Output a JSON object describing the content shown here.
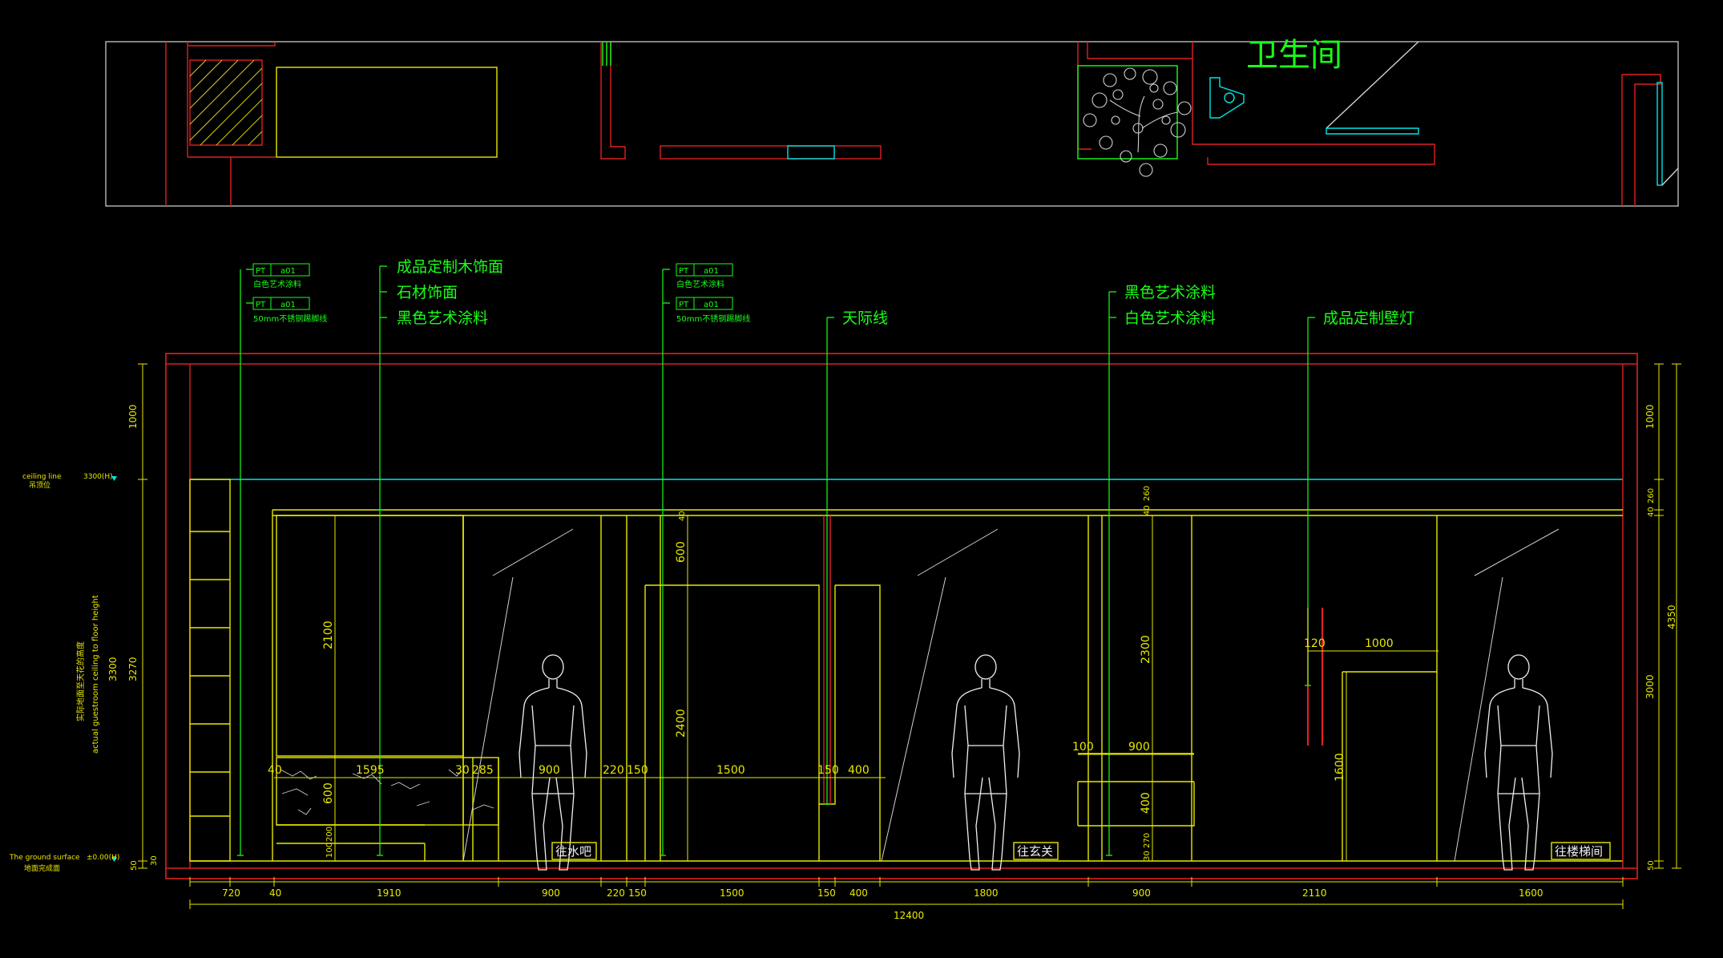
{
  "plan": {
    "room_label": "卫生间"
  },
  "callouts": {
    "a1": {
      "tag": "PT",
      "code": "a01",
      "text": "白色艺术涂料"
    },
    "a2": {
      "tag": "PT",
      "code": "a01",
      "text": "50mm不锈钢踢脚线"
    },
    "b": [
      "成品定制木饰面",
      "石材饰面",
      "黑色艺术涂料"
    ],
    "c1": {
      "tag": "PT",
      "code": "a01",
      "text": "白色艺术涂料"
    },
    "c2": {
      "tag": "PT",
      "code": "a01",
      "text": "50mm不锈钢踢脚线"
    },
    "d": "天际线",
    "e": [
      "黑色艺术涂料",
      "白色艺术涂料"
    ],
    "f": "成品定制壁灯"
  },
  "left_notes": {
    "ceiling_en": "ceiling line",
    "ceiling_cn": "吊顶位",
    "ceiling_level": "3300(H)",
    "ground_en": "The ground surface",
    "ground_cn": "地面完成面",
    "ground_level": "±0.00(H)",
    "height_cn": "实际地面至天花的高度",
    "height_en": "actual guestroom ceiling to floor height"
  },
  "left_dims": [
    "1000",
    "3300",
    "3270",
    "30",
    "50"
  ],
  "right_dims": [
    "1000",
    "260",
    "40",
    "3000",
    "4350",
    "50"
  ],
  "bottom_dims": [
    "720",
    "40",
    "1910",
    "900",
    "220",
    "150",
    "1500",
    "150",
    "400",
    "1800",
    "900",
    "2110",
    "1600"
  ],
  "overall_dim": "12400",
  "inner_dims": {
    "h_left": [
      "40",
      "1595",
      "30",
      "285",
      "900",
      "220",
      "150",
      "1500",
      "150",
      "400"
    ],
    "v_2100": "2100",
    "v_600a": "600",
    "v_600b": "600",
    "v_40a": "40",
    "v_2400": "2400",
    "v_100": "100",
    "v_200": "200",
    "v_40b": "40",
    "v_260": "260",
    "v_2300": "2300",
    "v_400": "400",
    "v_30": "30",
    "v_270": "270",
    "h_100": "100",
    "h_900": "900",
    "h_120": "120",
    "h_1000": "1000",
    "v_1600": "1600"
  },
  "direction_labels": [
    "往水吧",
    "往玄关",
    "往楼梯间"
  ]
}
